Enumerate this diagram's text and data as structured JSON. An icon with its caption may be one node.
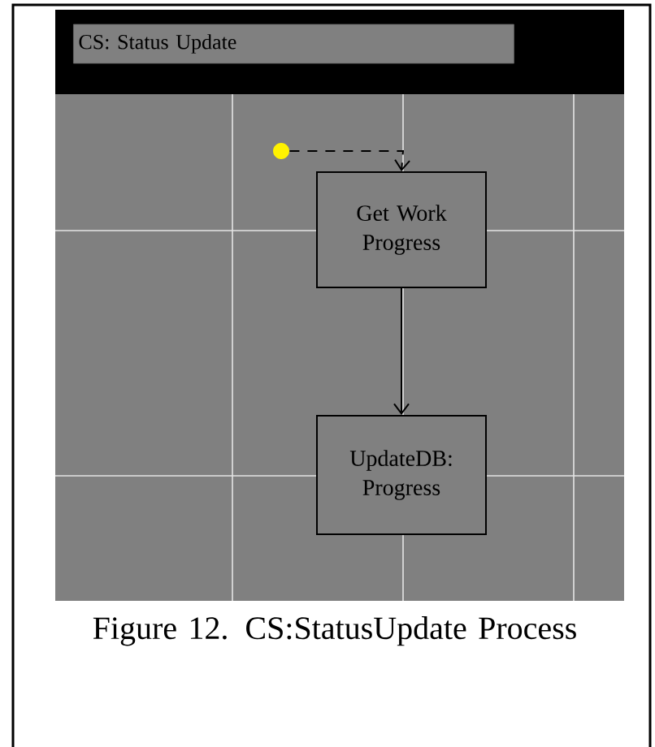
{
  "diagram": {
    "title": "CS: Status Update",
    "caption": "Figure 12. CS:StatusUpdate Process",
    "nodes": [
      {
        "text": [],
        "shape": "circle"
      },
      {
        "text": [
          "Get Work Progress"
        ]
      },
      {
        "text": [
          "UpdateDB: Progress"
        ]
      }
    ],
    "edges": [
      {
        "from": 0,
        "to": 1,
        "arrow": "to",
        "style": "dashed"
      },
      {
        "from": 1,
        "to": 2,
        "arrow": "to"
      }
    ]
  }
}
